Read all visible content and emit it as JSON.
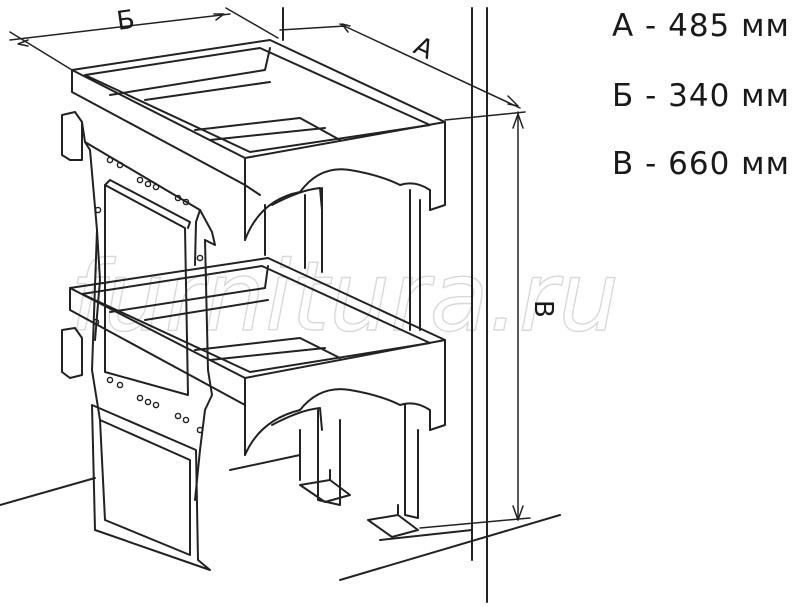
{
  "dimensions": [
    {
      "label": "A",
      "text": "А - 485 мм"
    },
    {
      "label": "B",
      "text": "Б - 340 мм"
    },
    {
      "label": "V",
      "text": "В - 660 мм"
    }
  ],
  "drawing_labels": {
    "a": "А",
    "b": "Б",
    "v": "В"
  },
  "watermark": "furnitura.ru"
}
